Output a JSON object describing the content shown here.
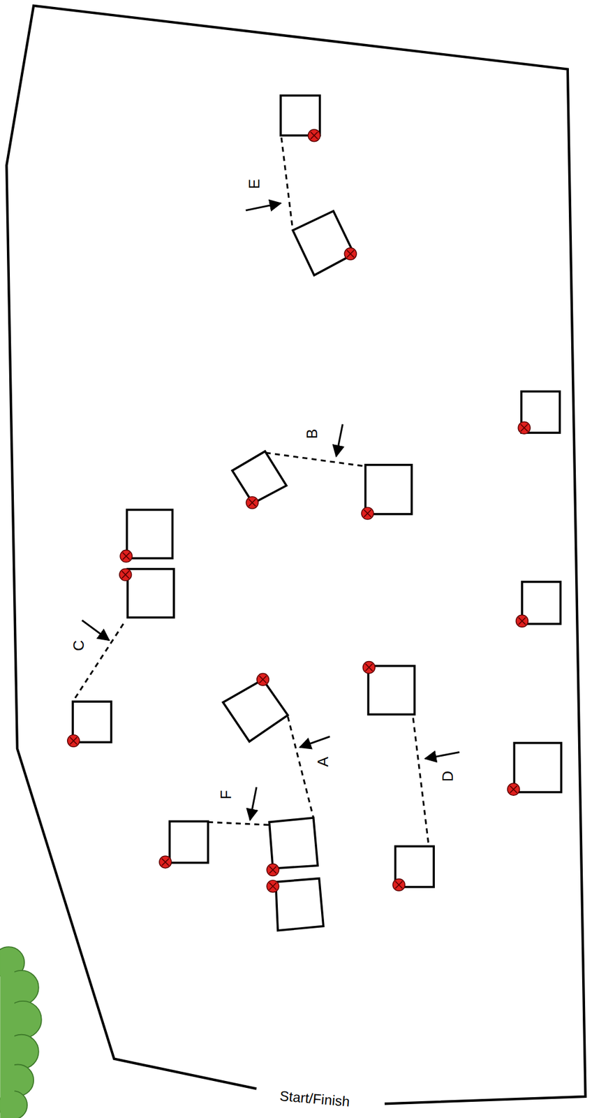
{
  "diagram": {
    "labels": [
      "E",
      "B",
      "C",
      "A",
      "D",
      "F",
      "Start/Finish"
    ]
  }
}
